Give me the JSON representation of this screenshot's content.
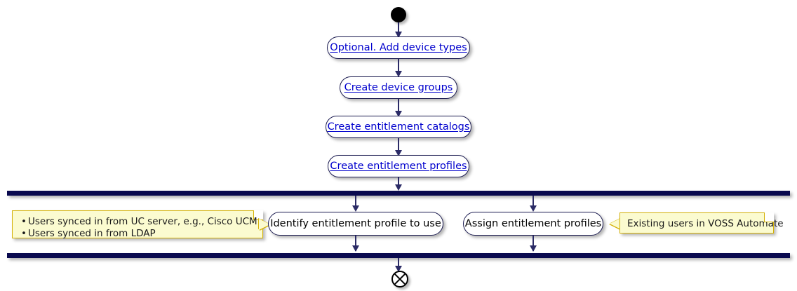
{
  "diagram": {
    "type": "uml-activity-diagram",
    "title": "",
    "colors": {
      "bar": "#0a0a4f",
      "activity_border": "#1d1d52",
      "activity_link_text": "#0000cd",
      "activity_text": "#000000",
      "note_background": "#fbfbd0",
      "note_border": "#d4b106",
      "connector": "#2b2b66",
      "background": "#ffffff"
    },
    "start_node": {
      "name": "start"
    },
    "end_node": {
      "name": "end"
    },
    "sequential_activities": [
      {
        "label": "Optional. Add device types",
        "is_link": true
      },
      {
        "label": "Create device groups",
        "is_link": true
      },
      {
        "label": "Create entitlement catalogs",
        "is_link": true
      },
      {
        "label": "Create entitlement profiles",
        "is_link": true
      }
    ],
    "fork_bar": {
      "label": "fork"
    },
    "join_bar": {
      "label": "join"
    },
    "parallel_activities": [
      {
        "label": "Identify entitlement profile to use",
        "is_link": false
      },
      {
        "label": "Assign entitlement profiles",
        "is_link": false
      }
    ],
    "notes": [
      {
        "position": "left",
        "attached_to": "Identify entitlement profile to use",
        "lines": [
          "Users synced in from UC server, e.g., Cisco UCM",
          "Users synced in from LDAP"
        ]
      },
      {
        "position": "right",
        "attached_to": "Assign entitlement profiles",
        "lines": [
          "Existing users in VOSS Automate"
        ]
      }
    ]
  }
}
